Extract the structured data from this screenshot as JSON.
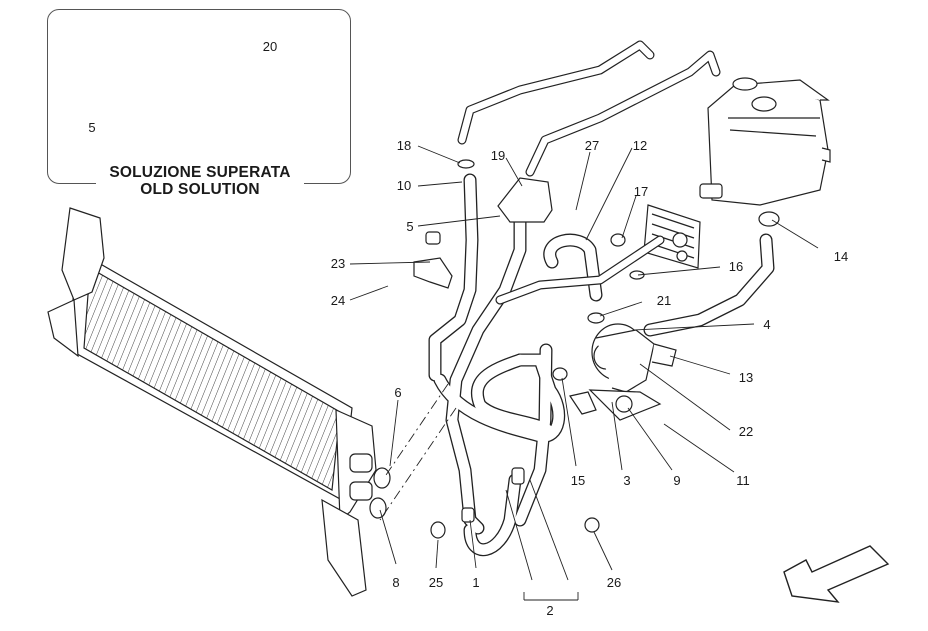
{
  "inset": {
    "caption_line1": "SOLUZIONE SUPERATA",
    "caption_line2": "OLD SOLUTION",
    "callouts": [
      "20",
      "5"
    ]
  },
  "callouts": [
    "18",
    "10",
    "19",
    "27",
    "12",
    "17",
    "5",
    "23",
    "24",
    "16",
    "21",
    "4",
    "14",
    "13",
    "22",
    "6",
    "15",
    "3",
    "9",
    "11",
    "8",
    "25",
    "1",
    "26",
    "2"
  ],
  "icons": [
    "radiator-icon",
    "expansion-tank-icon",
    "oil-cooler-icon",
    "water-pump-icon",
    "hose-icon",
    "clamp-icon",
    "bracket-icon",
    "direction-arrow-icon"
  ]
}
